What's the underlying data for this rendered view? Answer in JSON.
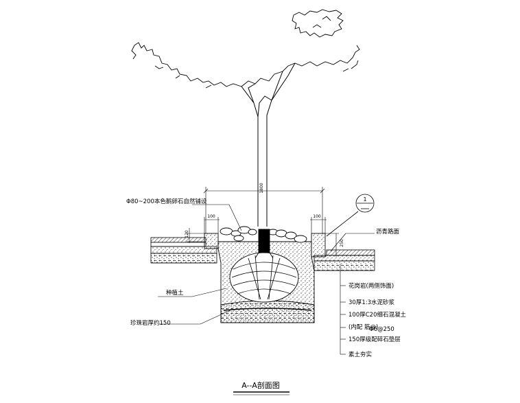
{
  "dimensions": {
    "overall_width": "1800",
    "curb_width_left": "100",
    "curb_width_right": "100",
    "curb_height_left": "120",
    "curb_height_right": "250"
  },
  "section_marker": {
    "number": "1"
  },
  "labels": {
    "pebble_cover": "Φ80~200本色鹅卵石自然铺设",
    "asphalt_paving": "沥青路面",
    "planting_soil": "种植土",
    "perlite": "珍珠岩厚约150"
  },
  "layer_notes": [
    "花岗岩(两侧饰面)",
    "30厚1:3水泥砂浆",
    "100厚C20细石混凝土",
    "(内配        筋@)",
    "Φ6@250",
    "150厚级配碎石垫层",
    "素土夯实"
  ],
  "title": "A--A剖面图",
  "colors": {
    "line": "#000000",
    "background": "#ffffff"
  }
}
